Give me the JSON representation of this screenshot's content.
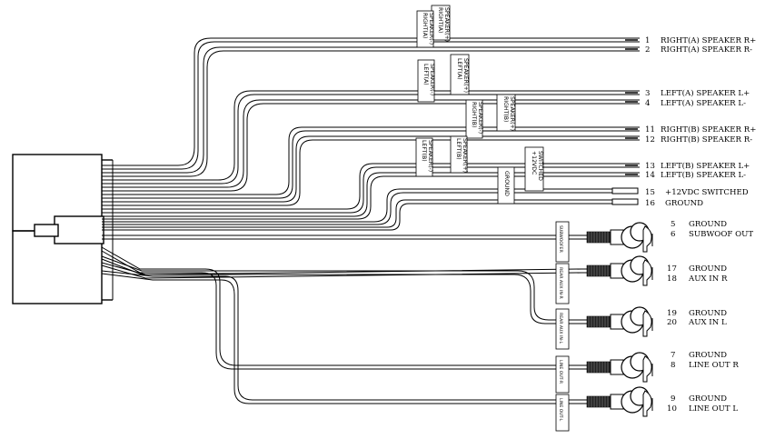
{
  "speaker_wires": [
    {
      "id": "w1",
      "pin": "1",
      "label": "RIGHT(A) SPEAKER R+"
    },
    {
      "id": "w2",
      "pin": "2",
      "label": "RIGHT(A) SPEAKER R-"
    },
    {
      "id": "w3",
      "pin": "3",
      "label": "LEFT(A) SPEAKER L+"
    },
    {
      "id": "w4",
      "pin": "4",
      "label": "LEFT(A) SPEAKER L-"
    },
    {
      "id": "w11",
      "pin": "11",
      "label": "RIGHT(B) SPEAKER R+"
    },
    {
      "id": "w12",
      "pin": "12",
      "label": "RIGHT(B) SPEAKER R-"
    },
    {
      "id": "w13",
      "pin": "13",
      "label": "LEFT(B) SPEAKER L+"
    },
    {
      "id": "w14",
      "pin": "14",
      "label": "LEFT(B) SPEAKER L-"
    },
    {
      "id": "w15",
      "pin": "15",
      "label": "+12VDC SWITCHED"
    },
    {
      "id": "w16",
      "pin": "16",
      "label": "GROUND"
    }
  ],
  "wire_tags": [
    {
      "id": "t1",
      "line1": "RIGHT(A)",
      "line2": "SPEAKER(+)"
    },
    {
      "id": "t2",
      "line1": "RIGHT(A)",
      "line2": "SPEAKER(-)"
    },
    {
      "id": "t3",
      "line1": "LEFT(A)",
      "line2": "SPEAKER(+)"
    },
    {
      "id": "t4",
      "line1": "LEFT(A)",
      "line2": "SPEAKER(-)"
    },
    {
      "id": "t5",
      "line1": "RIGHT(B)",
      "line2": "SPEAKER(+)"
    },
    {
      "id": "t6",
      "line1": "RIGHT(B)",
      "line2": "SPEAKER(-)"
    },
    {
      "id": "t7",
      "line1": "LEFT(B)",
      "line2": "SPEAKER(+)"
    },
    {
      "id": "t8",
      "line1": "LEFT(B)",
      "line2": "SPEAKER(-)"
    },
    {
      "id": "t9",
      "line1": "+12VDC",
      "line2": "SWITCHED"
    },
    {
      "id": "t10",
      "line1": "GROUND",
      "line2": ""
    }
  ],
  "rca_outputs": [
    {
      "id": "r1",
      "pin_a": "5",
      "label_a": "GROUND",
      "pin_b": "6",
      "label_b": "SUBWOOF OUT",
      "tag": "SUBWOOFER"
    },
    {
      "id": "r2",
      "pin_a": "17",
      "label_a": "GROUND",
      "pin_b": "18",
      "label_b": "AUX IN R",
      "tag": "REAR AUX IN-R"
    },
    {
      "id": "r3",
      "pin_a": "19",
      "label_a": "GROUND",
      "pin_b": "20",
      "label_b": "AUX IN L",
      "tag": "REAR AUX IN-L"
    },
    {
      "id": "r4",
      "pin_a": "7",
      "label_a": "GROUND",
      "pin_b": "8",
      "label_b": "LINE OUT R",
      "tag": "LINE OUT-R"
    },
    {
      "id": "r5",
      "pin_a": "9",
      "label_a": "GROUND",
      "pin_b": "10",
      "label_b": "LINE OUT L",
      "tag": "LINE OUT-L"
    }
  ]
}
